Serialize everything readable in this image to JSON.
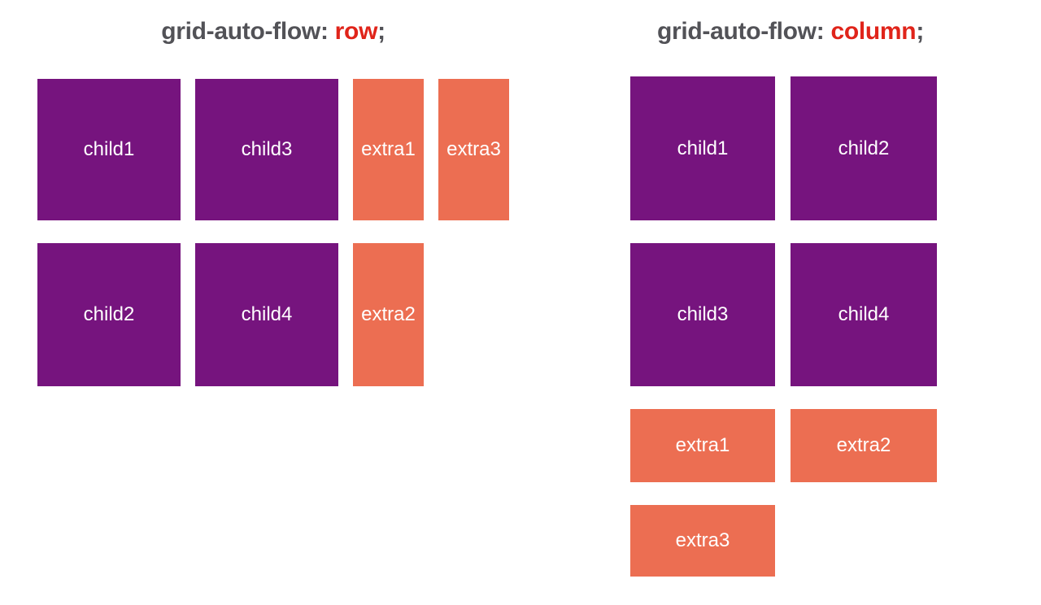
{
  "colors": {
    "background": "#ffffff",
    "title_text": "#525257",
    "keyword_red": "#e0241a",
    "child_purple": "#76147e",
    "extra_orange": "#ec6e52",
    "box_label": "#ffffff"
  },
  "row_demo": {
    "title_prefix": "grid-auto-flow: ",
    "title_keyword": "row",
    "title_suffix": ";",
    "items": [
      {
        "label": "child1",
        "type": "child"
      },
      {
        "label": "child3",
        "type": "child"
      },
      {
        "label": "extra1",
        "type": "extra"
      },
      {
        "label": "extra3",
        "type": "extra"
      },
      {
        "label": "child2",
        "type": "child"
      },
      {
        "label": "child4",
        "type": "child"
      },
      {
        "label": "extra2",
        "type": "extra"
      }
    ]
  },
  "column_demo": {
    "title_prefix": "grid-auto-flow: ",
    "title_keyword": "column",
    "title_suffix": ";",
    "items": [
      {
        "label": "child1",
        "type": "child"
      },
      {
        "label": "child2",
        "type": "child"
      },
      {
        "label": "child3",
        "type": "child"
      },
      {
        "label": "child4",
        "type": "child"
      },
      {
        "label": "extra1",
        "type": "extra"
      },
      {
        "label": "extra2",
        "type": "extra"
      },
      {
        "label": "extra3",
        "type": "extra"
      }
    ]
  }
}
